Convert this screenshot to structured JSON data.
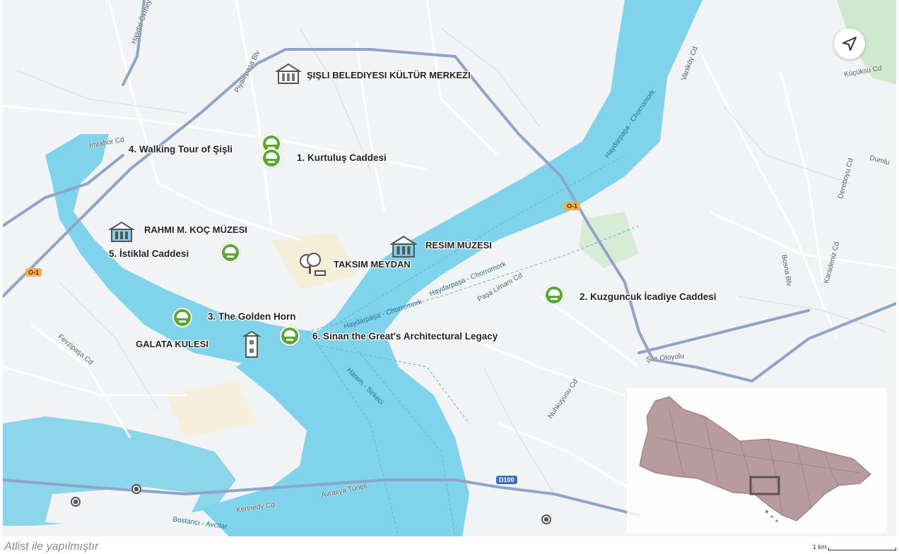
{
  "credit_text": "Atlist ile yapılmıştır",
  "scale_label": "1 km",
  "places": {
    "sisli": "ŞIŞLI BELEDIYESI KÜLTÜR MERKEZI",
    "rahmi": "RAHMI M. KOÇ MÜZESI",
    "resim": "RESIM MÜZESI",
    "taksim": "TAKSIM MEYDAN",
    "galata": "GALATA KULESI"
  },
  "tours": {
    "t1": "1. Kurtuluş Caddesi",
    "t2": "2. Kuzguncuk İcadiye Caddesi",
    "t3": "3. The Golden Horn",
    "t4": "4. Walking Tour of Şişli",
    "t5": "5. İstiklal Caddesi",
    "t6": "6. Sinan the Great's Architectural Legacy"
  },
  "streets": {
    "imrahor": "İmrahor Cd",
    "hasdal": "Hasdal Ökmeydanı Bağl",
    "piyalepasa": "Piyalepaşa Blv",
    "vanikoy": "Vaniköy Cd",
    "kucuksu": "Küçüksu Cd",
    "dereboyu": "Dereboyu Cd",
    "dumlu": "Dumlu",
    "haydarpasa1": "Haydarpaşa - Chorromork",
    "haydarpasa2": "Haydarpaşa - Chorromork",
    "haydarpasa3": "Haydarpaşa - Chorromork",
    "pasalimani": "Paşa Limanı Cd",
    "bosnablv": "Bosna Blv",
    "karadeniz": "Karadeniz Cd",
    "fevzipasa": "Fevzipaşa Cd",
    "harem": "Harem - Sirkeci",
    "nuhkuyusu": "Nuhkuyusu Cd",
    "sileotoyolu": "Şile Otoyolu",
    "avrasya": "Avrasya Tüneli",
    "kennedy": "Kennedy Cd",
    "bostanci": "Bostancı - Avcılar"
  },
  "road_shields": {
    "o1_a": "O-1",
    "o1_b": "O-1",
    "d100": "D100"
  },
  "colors": {
    "water": "#7fd3ea",
    "land": "#f1f3f4",
    "highway": "#8fa4c7",
    "tour_badge": "#5aa832",
    "inset_region": "#b89b9e"
  },
  "icons": {
    "locate": "navigation-arrow-icon",
    "museum": "museum-building-icon",
    "tree": "tree-park-icon",
    "tower": "tower-icon",
    "tour": "tour-badge-icon",
    "metro": "metro-station-icon"
  }
}
